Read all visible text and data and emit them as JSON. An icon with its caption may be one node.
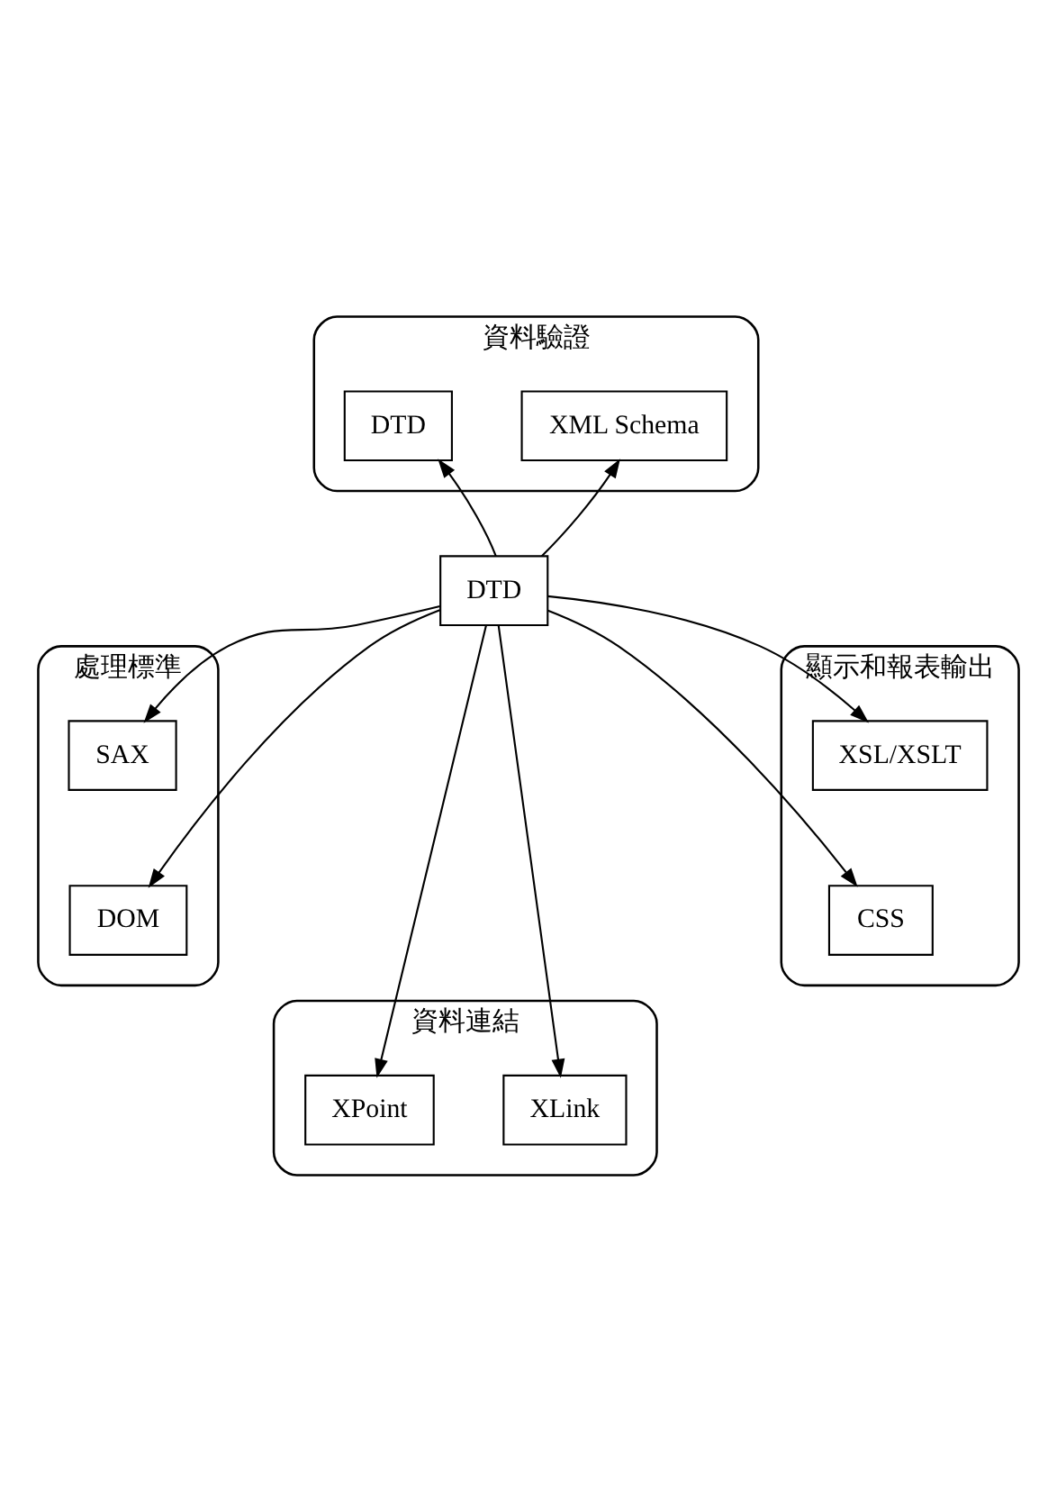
{
  "diagram": {
    "nodes": [
      {
        "text": [
          "資料驗證"
        ]
      },
      {
        "text": [
          "DTD"
        ],
        "in": 0
      },
      {
        "text": [
          "XML Schema"
        ],
        "in": 0
      },
      {
        "text": [
          "處理標準"
        ]
      },
      {
        "text": [
          "SAX"
        ],
        "in": 3
      },
      {
        "text": [
          "DOM"
        ],
        "in": 3
      },
      {
        "text": [
          "DTD"
        ]
      },
      {
        "text": [
          "顯示和報表輸出"
        ]
      },
      {
        "text": [
          "XSL/XSLT"
        ],
        "in": 7
      },
      {
        "text": [
          "CSS"
        ],
        "in": 7
      },
      {
        "text": [
          "資料連結"
        ]
      },
      {
        "text": [
          "XPoint"
        ],
        "in": 10
      },
      {
        "text": [
          "XLink"
        ],
        "in": 10
      }
    ],
    "edges": [
      {
        "from": 6,
        "to": 1,
        "arrow": "to"
      },
      {
        "from": 6,
        "to": 2,
        "arrow": "to"
      },
      {
        "from": 6,
        "to": 4,
        "arrow": "to"
      },
      {
        "from": 6,
        "to": 5,
        "arrow": "to"
      },
      {
        "from": 6,
        "to": 8,
        "arrow": "to"
      },
      {
        "from": 6,
        "to": 9,
        "arrow": "to"
      },
      {
        "from": 6,
        "to": 11,
        "arrow": "to"
      },
      {
        "from": 6,
        "to": 12,
        "arrow": "to"
      }
    ]
  }
}
